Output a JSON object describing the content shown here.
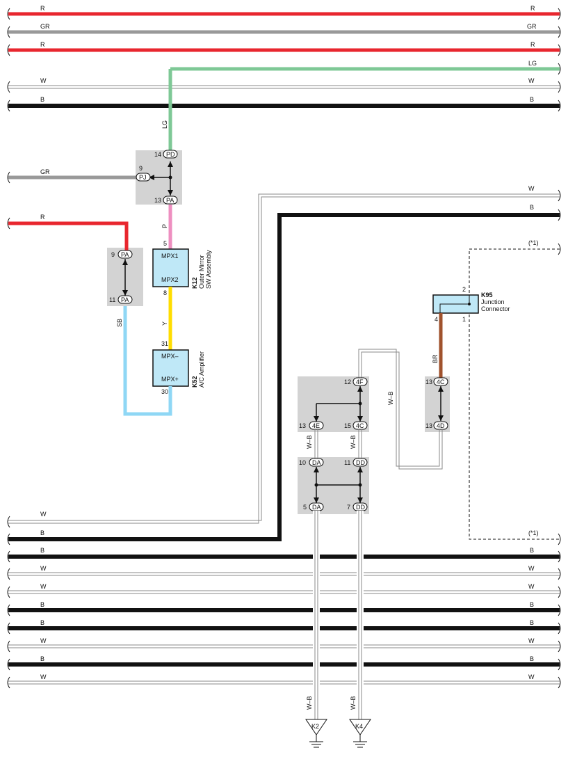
{
  "colors": {
    "R": "#e8262e",
    "GR": "#999999",
    "LG": "#7ec896",
    "W": "#ffffff",
    "B": "#111111",
    "P": "#ee8fc0",
    "Y": "#ffdd00",
    "SB": "#8fd7f5",
    "BR": "#a0522d",
    "WB": "#ffffff",
    "connector_fill": "#d3d3d3",
    "component_fill": "#bfe8f7"
  },
  "wire_labels": {
    "R": "R",
    "GR": "GR",
    "LG": "LG",
    "W": "W",
    "B": "B",
    "P": "P",
    "Y": "Y",
    "SB": "SB",
    "BR": "BR",
    "WB": "W–B"
  },
  "components": {
    "k12": {
      "code": "K12",
      "name_line1": "Outer Mirror",
      "name_line2": "SW Assembly",
      "term1": "MPX1",
      "term2": "MPX2",
      "pin1": "5",
      "pin2": "8"
    },
    "k52": {
      "code": "K52",
      "name_line1": "A/C Amplifier",
      "term1": "MPX–",
      "term2": "MPX+",
      "pin1": "31",
      "pin2": "30"
    },
    "k95": {
      "code": "K95",
      "name_line1": "Junction",
      "name_line2": "Connector",
      "pin_top": "2",
      "pin_left": "4",
      "pin_right": "1"
    }
  },
  "connectors": {
    "pd": {
      "id": "PD",
      "pin": "14"
    },
    "pj": {
      "id": "PJ",
      "pin": "9"
    },
    "pa13": {
      "id": "PA",
      "pin": "13"
    },
    "pa9": {
      "id": "PA",
      "pin": "9"
    },
    "pa11": {
      "id": "PA",
      "pin": "11"
    },
    "c4f": {
      "id": "4F",
      "pin": "12"
    },
    "c4e": {
      "id": "4E",
      "pin": "13"
    },
    "c4c15": {
      "id": "4C",
      "pin": "15"
    },
    "c4c13": {
      "id": "4C",
      "pin": "13"
    },
    "c4d": {
      "id": "4D",
      "pin": "13"
    },
    "da10": {
      "id": "DA",
      "pin": "10"
    },
    "dd11": {
      "id": "DD",
      "pin": "11"
    },
    "da5": {
      "id": "DA",
      "pin": "5"
    },
    "dd7": {
      "id": "DD",
      "pin": "7"
    }
  },
  "grounds": {
    "k2": "K2",
    "k4": "K4"
  },
  "notes": {
    "star1": "(*1)"
  }
}
